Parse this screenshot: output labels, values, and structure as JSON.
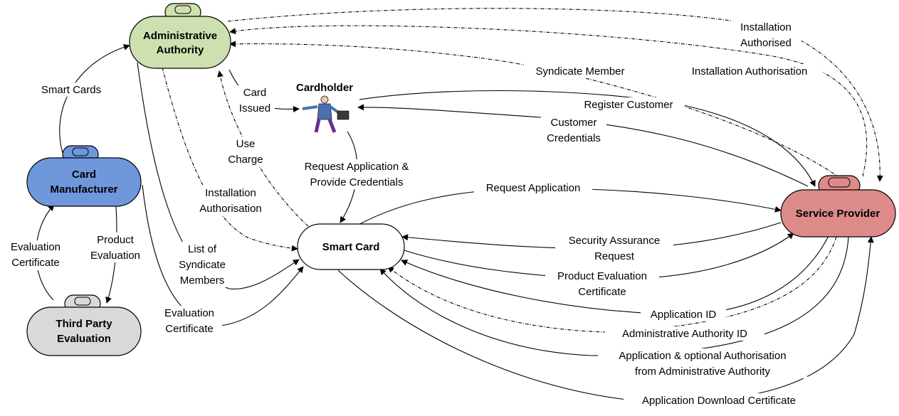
{
  "nodes": {
    "admin": {
      "label1": "Administrative",
      "label2": "Authority",
      "fill": "#cfe0b0"
    },
    "manufacturer": {
      "label1": "Card",
      "label2": "Manufacturer",
      "fill": "#6e97dc"
    },
    "third_party": {
      "label1": "Third Party",
      "label2": "Evaluation",
      "fill": "#d9d9d9"
    },
    "smart_card": {
      "label": "Smart Card",
      "fill": "#ffffff"
    },
    "service_provider": {
      "label": "Service Provider",
      "fill": "#dd8a8a"
    },
    "cardholder": {
      "label": "Cardholder"
    }
  },
  "edges": {
    "smart_cards": "Smart Cards",
    "eval_cert_left": [
      "Evaluation",
      "Certificate"
    ],
    "product_eval": [
      "Product",
      "Evaluation"
    ],
    "list_syndicate": [
      "List of",
      "Syndicate",
      "Members"
    ],
    "eval_cert_bottom": [
      "Evaluation",
      "Certificate"
    ],
    "install_auth_left": [
      "Installation",
      "Authorisation"
    ],
    "use_charge": [
      "Use",
      "Charge"
    ],
    "card_issued": [
      "Card",
      "Issued"
    ],
    "request_app_provide": [
      "Request Application &",
      "Provide Credentials"
    ],
    "installation_authorised": [
      "Installation",
      "Authorised"
    ],
    "syndicate_member": "Syndicate Member",
    "installation_authorisation": "Installation Authorisation",
    "register_customer": "Register Customer",
    "customer_credentials": [
      "Customer",
      "Credentials"
    ],
    "request_application": "Request Application",
    "security_assurance": [
      "Security Assurance",
      "Request"
    ],
    "product_eval_cert": [
      "Product Evaluation",
      "Certificate"
    ],
    "application_id": "Application ID",
    "admin_authority_id": "Administrative Authority ID",
    "app_optional_auth": [
      "Application & optional Authorisation",
      "from Administrative Authority"
    ],
    "app_download_cert": "Application Download Certificate"
  }
}
